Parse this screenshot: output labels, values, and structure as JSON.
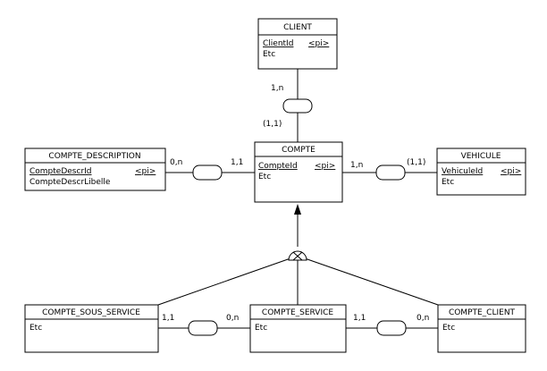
{
  "entities": {
    "client": {
      "name": "CLIENT",
      "key": "ClientId",
      "key_tag": "<pi>",
      "rows": [
        "Etc"
      ]
    },
    "compte": {
      "name": "COMPTE",
      "key": "CompteId",
      "key_tag": "<pi>",
      "rows": [
        "Etc"
      ]
    },
    "compte_description": {
      "name": "COMPTE_DESCRIPTION",
      "key": "CompteDescrId",
      "key_tag": "<pi>",
      "rows": [
        "CompteDescrLibelle"
      ]
    },
    "vehicule": {
      "name": "VEHICULE",
      "key": "VehiculeId",
      "key_tag": "<pi>",
      "rows": [
        "Etc"
      ]
    },
    "compte_sous_service": {
      "name": "COMPTE_SOUS_SERVICE",
      "rows": [
        "Etc"
      ]
    },
    "compte_service": {
      "name": "COMPTE_SERVICE",
      "rows": [
        "Etc"
      ]
    },
    "compte_client": {
      "name": "COMPTE_CLIENT",
      "rows": [
        "Etc"
      ]
    }
  },
  "cardinalities": {
    "client_side": "1,n",
    "compte_top": "(1,1)",
    "descr_side": "0,n",
    "compte_left": "1,1",
    "compte_right": "1,n",
    "vehicule_side": "(1,1)",
    "sous_service_right": "1,1",
    "service_left": "0,n",
    "service_right": "1,1",
    "client_left": "0,n"
  }
}
